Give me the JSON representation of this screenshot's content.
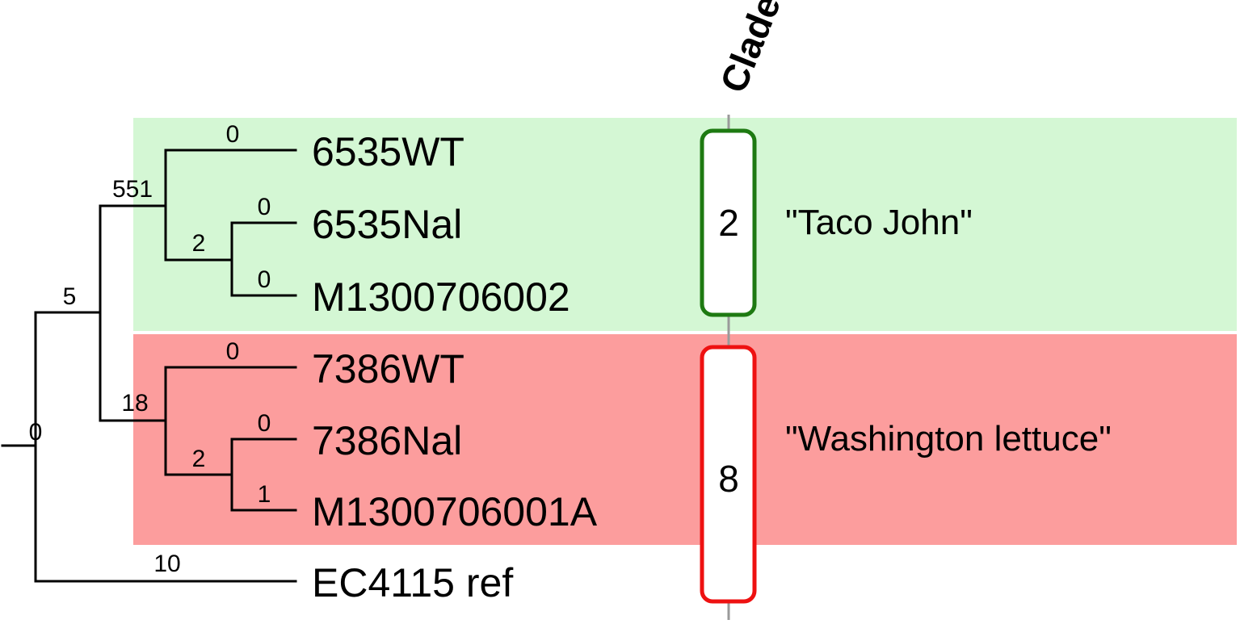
{
  "column_header": "Clade",
  "colors": {
    "band_taco": "#d4f7d4",
    "band_washington": "#fc9d9d",
    "clade_2_border": "#1e7a12",
    "clade_8_border": "#ee1111",
    "clade_axis": "#9a9a9a"
  },
  "leaves": [
    {
      "name": "6535WT",
      "branch_length": "0"
    },
    {
      "name": "6535Nal",
      "branch_length": "0"
    },
    {
      "name": "M1300706002",
      "branch_length": "0"
    },
    {
      "name": "7386WT",
      "branch_length": "0"
    },
    {
      "name": "7386Nal",
      "branch_length": "0"
    },
    {
      "name": "M1300706001A",
      "branch_length": "1"
    },
    {
      "name": "EC4115 ref",
      "branch_length": "10"
    }
  ],
  "internal_nodes": {
    "root": "0",
    "ingroup": "5",
    "taco_group": "551",
    "taco_pair": "2",
    "wash_group": "18",
    "wash_pair": "2"
  },
  "clades": [
    {
      "number": "2",
      "outbreak": "\"Taco John\""
    },
    {
      "number": "8",
      "outbreak": "\"Washington lettuce\""
    }
  ]
}
